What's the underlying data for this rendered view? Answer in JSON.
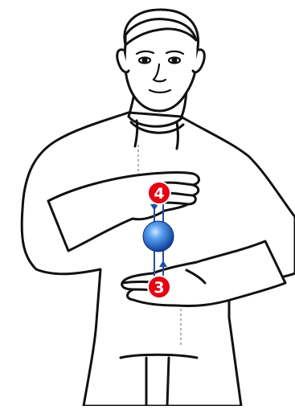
{
  "figure": {
    "kind": "line-art illustration",
    "colors": {
      "line": "#111111",
      "skin": "#ffffff",
      "badge": "#e30613",
      "badge_text": "#ffffff",
      "arrow": "#1f4fa3",
      "ball_light": "#9ec9ff",
      "ball_dark": "#0d3f9a",
      "guide": "#9a9a9a"
    }
  },
  "badges": [
    {
      "id": "upper",
      "label": "4"
    },
    {
      "id": "lower",
      "label": "3"
    }
  ],
  "icons": [
    "ball-icon",
    "arrow-up-icon",
    "arrow-down-icon",
    "triangle-down-icon",
    "triangle-up-icon"
  ]
}
